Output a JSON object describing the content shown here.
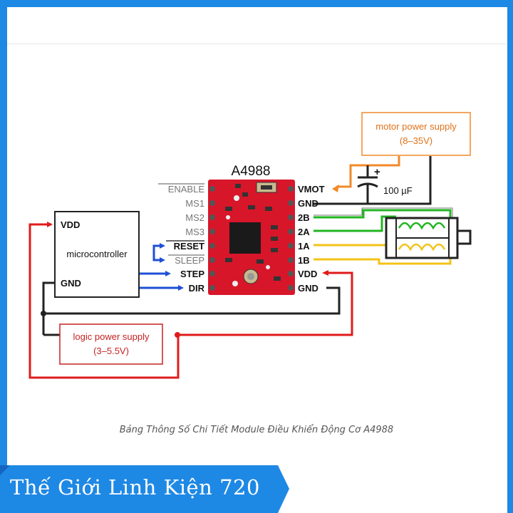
{
  "diagram": {
    "chip_title": "A4988",
    "left_pins": [
      "ENABLE",
      "MS1",
      "MS2",
      "MS3",
      "RESET",
      "SLEEP",
      "STEP",
      "DIR"
    ],
    "right_pins": [
      "VMOT",
      "GND",
      "2B",
      "2A",
      "1A",
      "1B",
      "VDD",
      "GND"
    ],
    "microcontroller": {
      "label": "microcontroller",
      "vdd": "VDD",
      "gnd": "GND"
    },
    "logic_supply": {
      "line1": "logic power supply",
      "line2": "(3–5.5V)"
    },
    "motor_supply": {
      "line1": "motor power supply",
      "line2": "(8–35V)"
    },
    "capacitor": {
      "plus": "+",
      "value": "100 µF"
    },
    "colors": {
      "red": "#e01b1b",
      "blue": "#1e4fd6",
      "orange": "#f08a2a",
      "green": "#22b522",
      "yellow": "#f2c318",
      "board": "#d8162a",
      "accent": "#1e88e5"
    }
  },
  "caption": "Bảng Thông Số Chi Tiết Module Điều Khiển Động Cơ A4988",
  "banner": "Thế Giới Linh Kiện 720"
}
